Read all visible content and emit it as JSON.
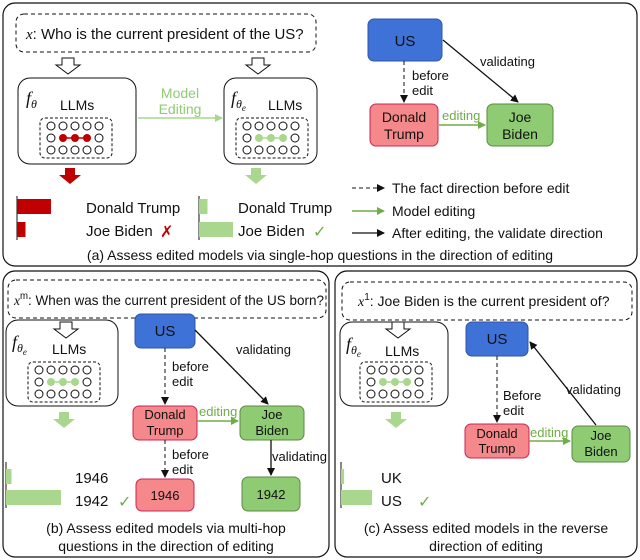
{
  "colors": {
    "blue": "#3F72D6",
    "red": "#F4888A",
    "green": "#8FCB72",
    "dark_red": "#C00000",
    "light_green": "#A9D78E",
    "edit_green": "#70AD47",
    "check_green": "#70AD47",
    "cross_red": "#C00000"
  },
  "panel_a": {
    "question_var": "x",
    "question": ": Who is the current president of the US?",
    "f_left": "f",
    "f_left_sub": "θ",
    "f_right": "f",
    "f_right_sub": "θ",
    "f_right_subsub": "e",
    "llm_left": "LLMs",
    "llm_right": "LLMs",
    "edit_label_1": "Model",
    "edit_label_2": "Editing",
    "graph": {
      "us": "US",
      "trump_1": "Donald",
      "trump_2": "Trump",
      "biden_1": "Joe",
      "biden_2": "Biden",
      "before_1": "before",
      "before_2": "edit",
      "editing": "editing",
      "validating": "validating"
    },
    "left_bars": {
      "labels": [
        "Donald Trump",
        "Joe Biden"
      ],
      "values": [
        1.0,
        0.25
      ]
    },
    "right_bars": {
      "labels": [
        "Donald Trump",
        "Joe Biden"
      ],
      "values": [
        0.25,
        1.0
      ]
    },
    "cross": "✗",
    "check": "✓",
    "legend": [
      "The fact direction before edit",
      "Model editing",
      "After editing, the validate direction"
    ],
    "caption": "(a) Assess edited models via single-hop questions in the direction of editing"
  },
  "panel_b": {
    "question_var": "x",
    "question_sup": "m",
    "question": ": When was the current president of the US born?",
    "f": "f",
    "f_sub": "θ",
    "f_subsub": "e",
    "llm": "LLMs",
    "graph": {
      "us": "US",
      "trump_1": "Donald",
      "trump_2": "Trump",
      "biden_1": "Joe",
      "biden_2": "Biden",
      "y1946": "1946",
      "y1942": "1942",
      "before_1": "before",
      "before_2": "edit",
      "before2_1": "before",
      "before2_2": "edit",
      "editing": "editing",
      "validating": "validating",
      "validating2": "validating"
    },
    "bars": {
      "labels": [
        "1946",
        "1942"
      ],
      "values": [
        0.1,
        1.0
      ]
    },
    "check": "✓",
    "caption_1": "(b) Assess edited models via multi-hop",
    "caption_2": "questions in the direction of editing"
  },
  "panel_c": {
    "question_var": "x",
    "question_sup": "1",
    "question": ": Joe Biden is the current president of?",
    "f": "f",
    "f_sub": "θ",
    "f_subsub": "e",
    "llm": "LLMs",
    "graph": {
      "us": "US",
      "trump_1": "Donald",
      "trump_2": "Trump",
      "biden_1": "Joe",
      "biden_2": "Biden",
      "before_1": "Before",
      "before_2": "edit",
      "editing": "editing",
      "validating": "validating"
    },
    "bars": {
      "labels": [
        "UK",
        "US"
      ],
      "values": [
        0.1,
        1.0
      ]
    },
    "check": "✓",
    "caption_1": "(c) Assess edited models in the reverse",
    "caption_2": "direction of editing"
  }
}
